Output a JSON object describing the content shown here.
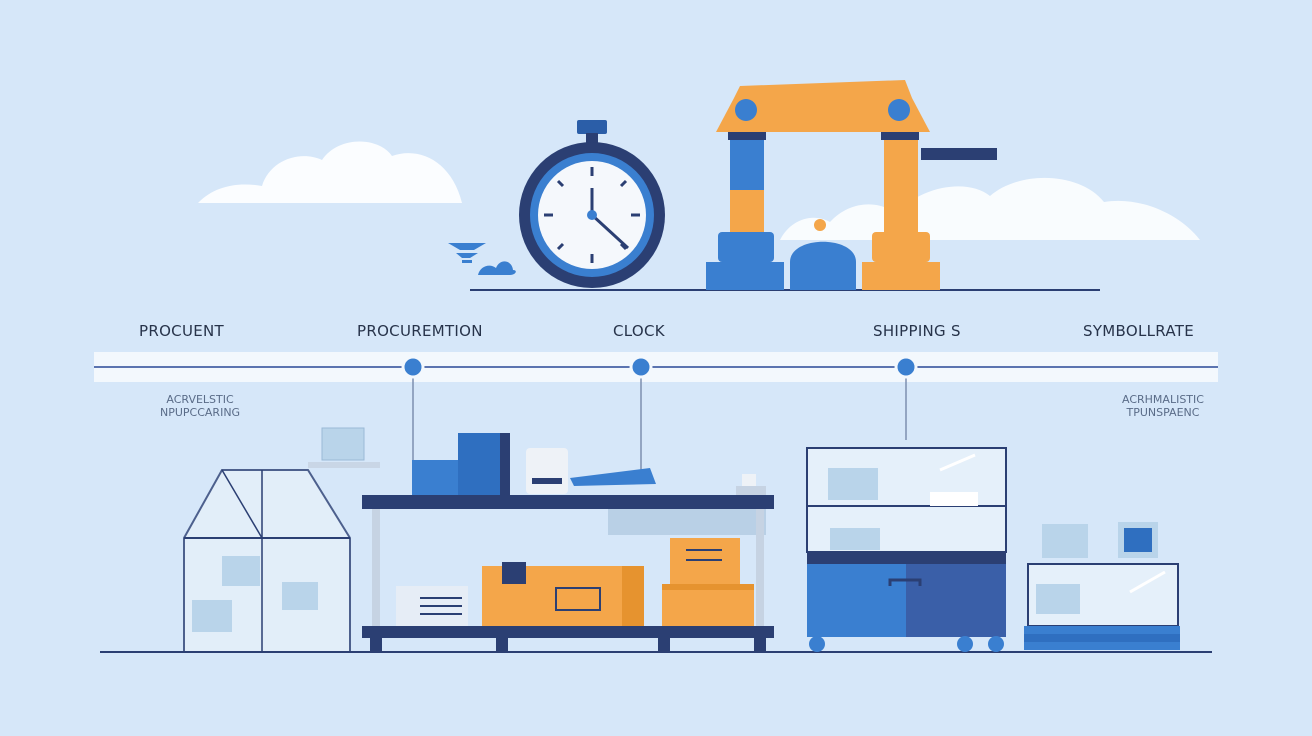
{
  "timeline": {
    "labels": [
      "PROCUENT",
      "PROCUREMTION",
      "CLOCK",
      "SHIPPING S",
      "SYMBOLLRATE"
    ]
  },
  "notes": {
    "left_line1": "ACRVELSTIC",
    "left_line2": "NPUPCCARING",
    "right_line1": "ACRHMALISTIC",
    "right_line2": "TPUNSPAENC"
  },
  "colors": {
    "background": "#d6e7f9",
    "blue": "#3a7fd0",
    "navy": "#2b3f73",
    "orange": "#f4a64a",
    "timeline_dot": "#3a7fd0"
  },
  "icons": [
    "stopwatch-icon",
    "robotic-arm-icon",
    "cloud-icon",
    "greenhouse-icon",
    "workbench-icon",
    "cardboard-box-icon",
    "display-cabinet-icon",
    "glass-case-icon"
  ]
}
